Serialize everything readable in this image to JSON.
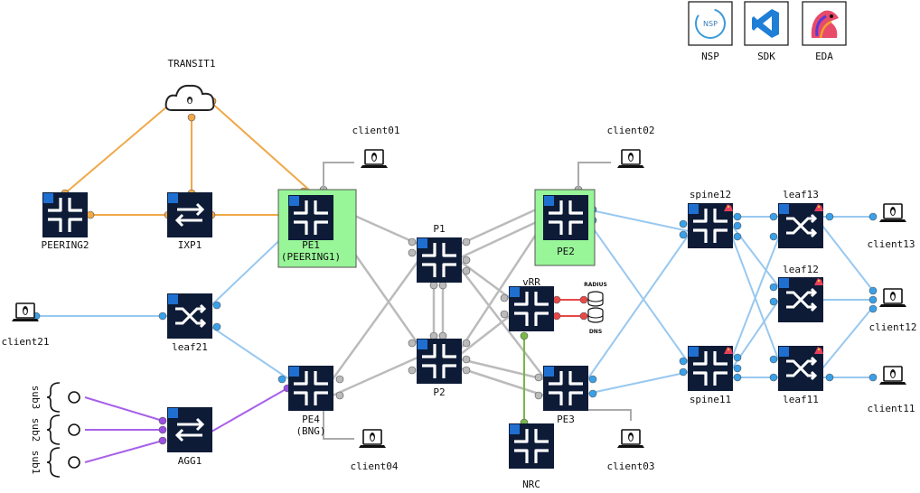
{
  "tools": [
    {
      "id": "nsp",
      "label": "NSP",
      "icon": "nsp-logo-icon",
      "badge": "NSP"
    },
    {
      "id": "sdk",
      "label": "SDK",
      "icon": "vscode-logo-icon"
    },
    {
      "id": "eda",
      "label": "EDA",
      "icon": "eda-bird-logo-icon"
    }
  ],
  "cloud": {
    "label": "TRANSIT1",
    "icon": "linux-cloud-icon"
  },
  "nodes": [
    {
      "id": "peering2",
      "label": "PEERING2",
      "kind": "router",
      "badge": "SR OS"
    },
    {
      "id": "ixp1",
      "label": "IXP1",
      "kind": "switch",
      "badge": "SR OS"
    },
    {
      "id": "pe1",
      "label": "PE1",
      "sublabel": "(PEERING1)",
      "kind": "router",
      "badge": "SR OS",
      "highlight": "#98f598"
    },
    {
      "id": "leaf21",
      "label": "leaf21",
      "kind": "fabric",
      "badge": "SR"
    },
    {
      "id": "agg1",
      "label": "AGG1",
      "kind": "switch",
      "badge": "SR"
    },
    {
      "id": "pe4",
      "label": "PE4",
      "sublabel": "(BNG)",
      "kind": "router",
      "badge": "SR OS"
    },
    {
      "id": "p1",
      "label": "P1",
      "kind": "router",
      "badge": "SR OS"
    },
    {
      "id": "p2",
      "label": "P2",
      "kind": "router",
      "badge": "SR OS"
    },
    {
      "id": "pe2",
      "label": "PE2",
      "kind": "router",
      "badge": "SR OS",
      "highlight": "#98f598"
    },
    {
      "id": "vrr",
      "label": "vRR",
      "kind": "router",
      "badge": "SR OS"
    },
    {
      "id": "pe3",
      "label": "PE3",
      "kind": "router",
      "badge": "SR OS"
    },
    {
      "id": "nrc",
      "label": "NRC",
      "kind": "router",
      "badge": "SR OS"
    },
    {
      "id": "spine12",
      "label": "spine12",
      "kind": "router",
      "badge": "SR",
      "eda": true
    },
    {
      "id": "spine11",
      "label": "spine11",
      "kind": "router",
      "badge": "SR",
      "eda": true
    },
    {
      "id": "leaf13",
      "label": "leaf13",
      "kind": "fabric",
      "badge": "SR",
      "eda": true
    },
    {
      "id": "leaf12",
      "label": "leaf12",
      "kind": "fabric",
      "badge": "SR",
      "eda": true
    },
    {
      "id": "leaf11",
      "label": "leaf11",
      "kind": "fabric",
      "badge": "SR",
      "eda": true
    }
  ],
  "clients": [
    {
      "id": "client01",
      "label": "client01"
    },
    {
      "id": "client02",
      "label": "client02"
    },
    {
      "id": "client03",
      "label": "client03"
    },
    {
      "id": "client04",
      "label": "client04"
    },
    {
      "id": "client21",
      "label": "client21"
    },
    {
      "id": "client13",
      "label": "client13"
    },
    {
      "id": "client12",
      "label": "client12"
    },
    {
      "id": "client11",
      "label": "client11"
    }
  ],
  "services": [
    {
      "id": "radius",
      "label": "RADIUS"
    },
    {
      "id": "dns",
      "label": "DNS"
    }
  ],
  "subscribers": [
    {
      "id": "sub1",
      "label": "sub1"
    },
    {
      "id": "sub2",
      "label": "sub2"
    },
    {
      "id": "sub3",
      "label": "sub3"
    }
  ],
  "link_colors": {
    "peering": "#f0a848",
    "core": "#bbbbbb",
    "access": "#98c8f0",
    "subscriber": "#a860e8",
    "radius": "#e84848",
    "nrc": "#78b848",
    "mgmt": "#aaaaaa"
  },
  "links": [
    {
      "from": "transit1",
      "to": "peering2",
      "type": "peering"
    },
    {
      "from": "transit1",
      "to": "ixp1",
      "type": "peering"
    },
    {
      "from": "transit1",
      "to": "pe1",
      "type": "peering"
    },
    {
      "from": "peering2",
      "to": "ixp1",
      "type": "peering"
    },
    {
      "from": "ixp1",
      "to": "pe1",
      "type": "peering"
    },
    {
      "from": "pe1",
      "to": "p1",
      "type": "core"
    },
    {
      "from": "pe1",
      "to": "p2",
      "type": "core"
    },
    {
      "from": "pe4",
      "to": "p1",
      "type": "core"
    },
    {
      "from": "pe4",
      "to": "p2",
      "type": "core"
    },
    {
      "from": "p1",
      "to": "p2",
      "type": "core"
    },
    {
      "from": "p1",
      "to": "pe2",
      "type": "core"
    },
    {
      "from": "p1",
      "to": "pe3",
      "type": "core"
    },
    {
      "from": "p2",
      "to": "pe2",
      "type": "core"
    },
    {
      "from": "p2",
      "to": "pe3",
      "type": "core"
    },
    {
      "from": "p1",
      "to": "vrr",
      "type": "core"
    },
    {
      "from": "p2",
      "to": "vrr",
      "type": "core"
    },
    {
      "from": "leaf21",
      "to": "pe1",
      "type": "access"
    },
    {
      "from": "leaf21",
      "to": "pe4",
      "type": "access"
    },
    {
      "from": "client21",
      "to": "leaf21",
      "type": "access"
    },
    {
      "from": "agg1",
      "to": "pe4",
      "type": "subscriber"
    },
    {
      "from": "sub1",
      "to": "agg1",
      "type": "subscriber"
    },
    {
      "from": "sub2",
      "to": "agg1",
      "type": "subscriber"
    },
    {
      "from": "sub3",
      "to": "agg1",
      "type": "subscriber"
    },
    {
      "from": "vrr",
      "to": "radius",
      "type": "radius"
    },
    {
      "from": "vrr",
      "to": "dns",
      "type": "radius"
    },
    {
      "from": "vrr",
      "to": "nrc",
      "type": "nrc"
    },
    {
      "from": "pe2",
      "to": "spine12",
      "type": "access"
    },
    {
      "from": "pe2",
      "to": "spine11",
      "type": "access"
    },
    {
      "from": "pe3",
      "to": "spine12",
      "type": "access"
    },
    {
      "from": "pe3",
      "to": "spine11",
      "type": "access"
    },
    {
      "from": "spine12",
      "to": "leaf13",
      "type": "access"
    },
    {
      "from": "spine12",
      "to": "leaf12",
      "type": "access"
    },
    {
      "from": "spine12",
      "to": "leaf11",
      "type": "access"
    },
    {
      "from": "spine11",
      "to": "leaf13",
      "type": "access"
    },
    {
      "from": "spine11",
      "to": "leaf12",
      "type": "access"
    },
    {
      "from": "spine11",
      "to": "leaf11",
      "type": "access"
    },
    {
      "from": "leaf13",
      "to": "client13",
      "type": "access"
    },
    {
      "from": "leaf13",
      "to": "client12",
      "type": "access"
    },
    {
      "from": "leaf12",
      "to": "client12",
      "type": "access"
    },
    {
      "from": "leaf11",
      "to": "client12",
      "type": "access"
    },
    {
      "from": "leaf11",
      "to": "client11",
      "type": "access"
    },
    {
      "from": "pe1",
      "to": "client01",
      "type": "mgmt"
    },
    {
      "from": "pe2",
      "to": "client02",
      "type": "mgmt"
    },
    {
      "from": "pe3",
      "to": "client03",
      "type": "mgmt"
    },
    {
      "from": "pe4",
      "to": "client04",
      "type": "mgmt"
    }
  ]
}
